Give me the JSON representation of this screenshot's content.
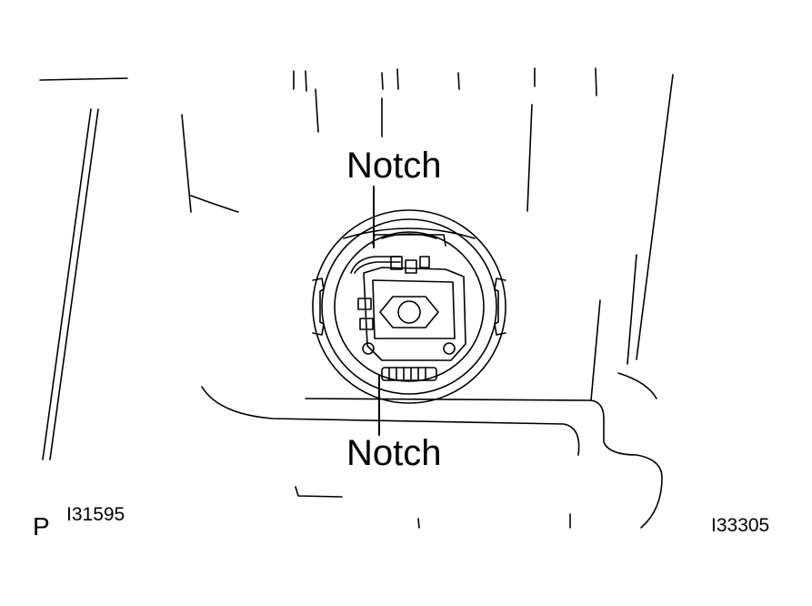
{
  "callouts": {
    "top": "Notch",
    "bottom": "Notch"
  },
  "footer": {
    "mark": "P",
    "left_code": "I31595",
    "right_code": "I33305"
  },
  "colors": {
    "ink": "#000000",
    "background": "#ffffff"
  }
}
